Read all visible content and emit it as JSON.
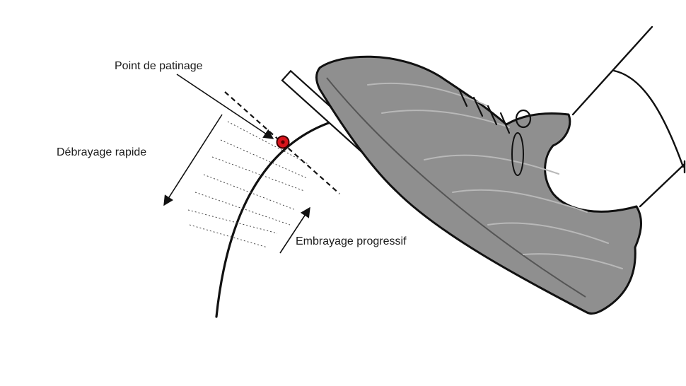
{
  "labels": {
    "point_de_patinage": "Point de patinage",
    "debrayage_rapide": "Débrayage rapide",
    "embrayage_progressif": "Embrayage progressif"
  },
  "colors": {
    "stroke": "#111111",
    "shoe_fill": "#8f8f8f",
    "shoe_highlight": "#b8b8b8",
    "marker": "#d8141c"
  },
  "icons": {
    "shoe": "shoe-icon",
    "pedal": "pedal-icon",
    "slip_point": "slip-point-marker"
  }
}
